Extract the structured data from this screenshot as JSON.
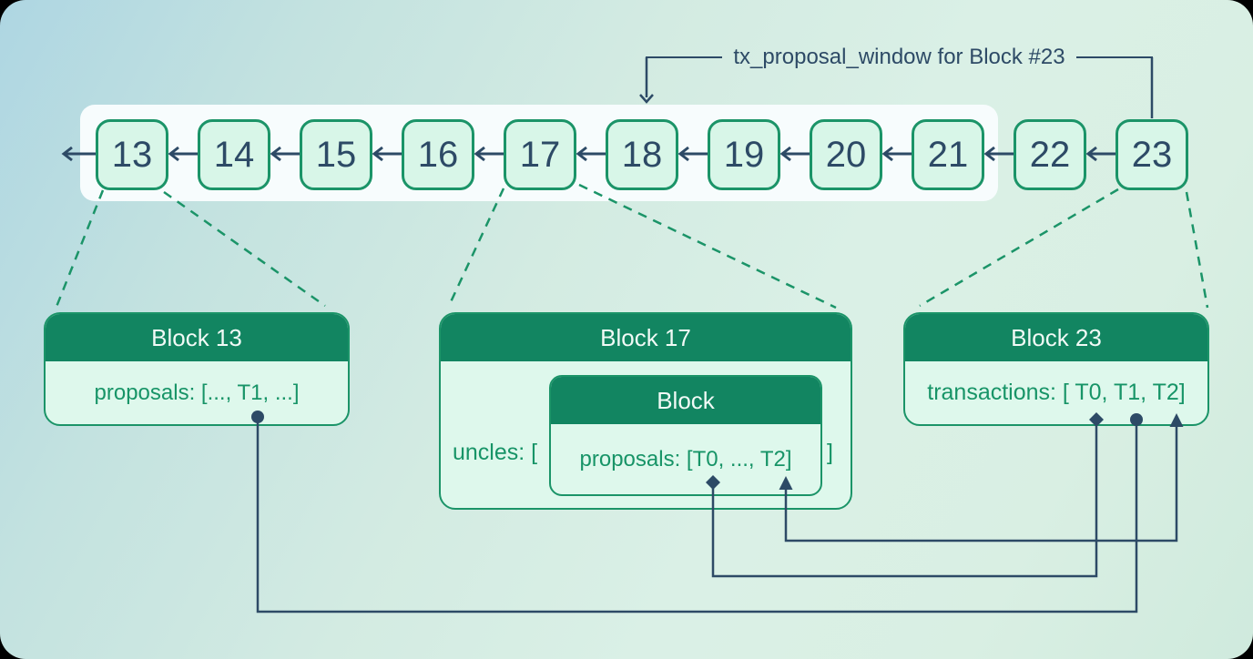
{
  "colors": {
    "background_blue": "#aed6e2",
    "background_green": "#d9efe3",
    "window_band": "#f7fcfd",
    "block_fill": "#d8f6e8",
    "green_border": "#1b9468",
    "green_header": "#128561",
    "green_text": "#179467",
    "dark_slate": "#2d4a66",
    "card_body_fill": "#def8ec",
    "header_text": "#f1faf6"
  },
  "annotation": {
    "label": "tx_proposal_window for Block #23"
  },
  "chain": {
    "blocks": [
      "13",
      "14",
      "15",
      "16",
      "17",
      "18",
      "19",
      "20",
      "21",
      "22",
      "23"
    ]
  },
  "cards": {
    "block13": {
      "title": "Block 13",
      "body": "proposals: [..., T1, ...]"
    },
    "block17": {
      "title": "Block 17",
      "prefix": "uncles: [",
      "suffix": "]",
      "nested": {
        "title": "Block",
        "body": "proposals: [T0, ..., T2]"
      }
    },
    "block23": {
      "title": "Block 23",
      "body": "transactions: [ T0, T1, T2]"
    }
  }
}
